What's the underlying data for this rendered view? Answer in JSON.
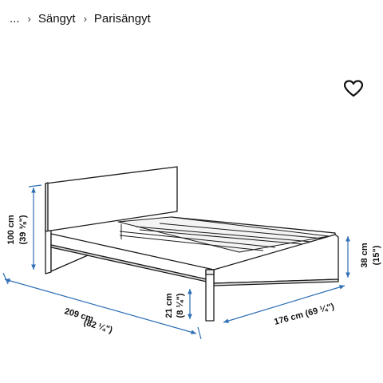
{
  "breadcrumb": {
    "ellipsis": "...",
    "items": [
      {
        "label": "Sängyt"
      },
      {
        "label": "Parisängyt"
      }
    ],
    "separator_icon": "chevron-right-icon"
  },
  "favorite": {
    "icon": "heart-outline-icon"
  },
  "dimensions": {
    "headboard_height": {
      "cm": "100 cm",
      "inch": "(39 ⅜\")"
    },
    "length": {
      "cm": "209 cm",
      "inch": "(82 ¼\")"
    },
    "frame_height": {
      "cm": "21 cm",
      "inch": "(8 ¼\")"
    },
    "width": {
      "cm": "176 cm",
      "inch": "(69 ¼\")"
    },
    "footboard_height": {
      "cm": "38 cm",
      "inch": "(15\")"
    }
  },
  "colors": {
    "dimension_line": "#2f6fb5",
    "outline": "#1a1a1a"
  }
}
